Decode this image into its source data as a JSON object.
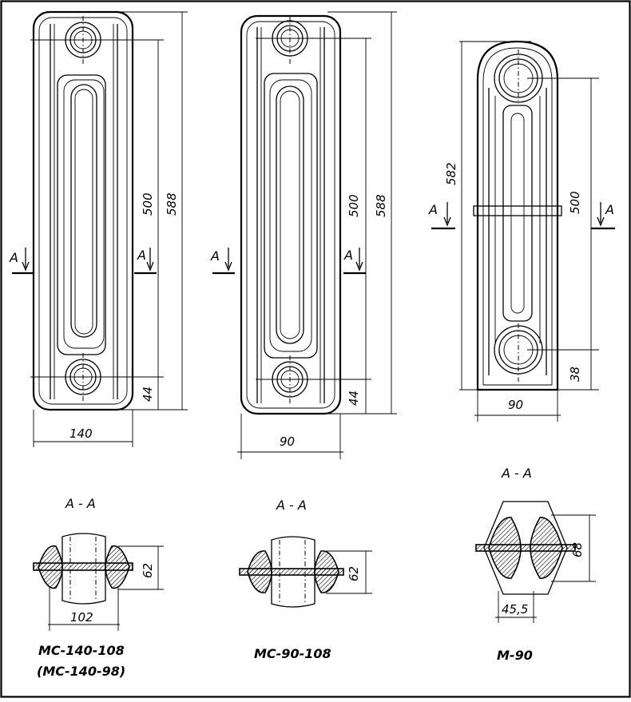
{
  "drawing": {
    "section_marker": "A",
    "section_title": "A - A",
    "radiators": [
      {
        "model_label": "МС-140-108",
        "alt_model_label": "(МС-140-98)",
        "dims": {
          "width": "140",
          "height": "588",
          "axis_spacing": "500",
          "bottom_offset": "44",
          "section_width": "102",
          "section_height": "62"
        }
      },
      {
        "model_label": "МС-90-108",
        "dims": {
          "width": "90",
          "height": "588",
          "axis_spacing": "500",
          "bottom_offset": "44",
          "section_height": "62"
        }
      },
      {
        "model_label": "М-90",
        "dims": {
          "width": "90",
          "height": "582",
          "axis_spacing": "500",
          "bottom_offset": "38",
          "section_width": "45,5",
          "section_height": "68"
        }
      }
    ]
  }
}
